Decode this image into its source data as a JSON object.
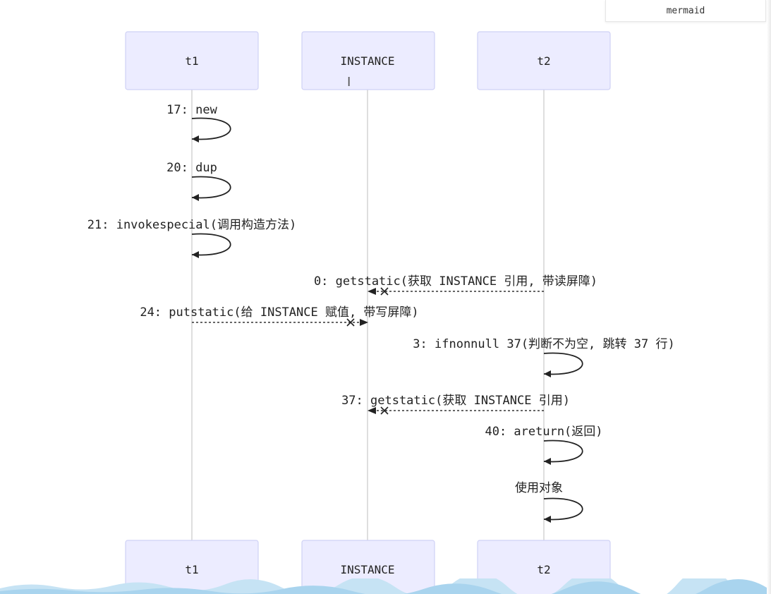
{
  "toolbar": {
    "tag_label": "mermaid"
  },
  "participants": [
    {
      "id": "t1",
      "label": "t1"
    },
    {
      "id": "instance",
      "label": "INSTANCE"
    },
    {
      "id": "t2",
      "label": "t2"
    }
  ],
  "messages": [
    {
      "from": "t1",
      "to": "t1",
      "kind": "self",
      "label": "17: new"
    },
    {
      "from": "t1",
      "to": "t1",
      "kind": "self",
      "label": "20: dup"
    },
    {
      "from": "t1",
      "to": "t1",
      "kind": "self",
      "label": "21: invokespecial(调用构造方法)"
    },
    {
      "from": "t2",
      "to": "instance",
      "kind": "dashed-cross",
      "label": "0: getstatic(获取 INSTANCE 引用, 带读屏障)"
    },
    {
      "from": "t1",
      "to": "instance",
      "kind": "dashed-cross",
      "label": "24: putstatic(给 INSTANCE 赋值, 带写屏障)"
    },
    {
      "from": "t2",
      "to": "t2",
      "kind": "self",
      "label": "3: ifnonnull 37(判断不为空, 跳转 37 行)"
    },
    {
      "from": "t2",
      "to": "instance",
      "kind": "dashed-cross",
      "label": "37: getstatic(获取 INSTANCE 引用)"
    },
    {
      "from": "t2",
      "to": "t2",
      "kind": "self",
      "label": "40: areturn(返回)"
    },
    {
      "from": "t2",
      "to": "t2",
      "kind": "self",
      "label": "使用对象"
    }
  ],
  "colors": {
    "actor_fill": "#ececff",
    "actor_border": "#cfd1f5",
    "lifeline": "#bdbdbd",
    "wave": "#c6e3f4"
  },
  "cursor_icon": "text-cursor-icon"
}
